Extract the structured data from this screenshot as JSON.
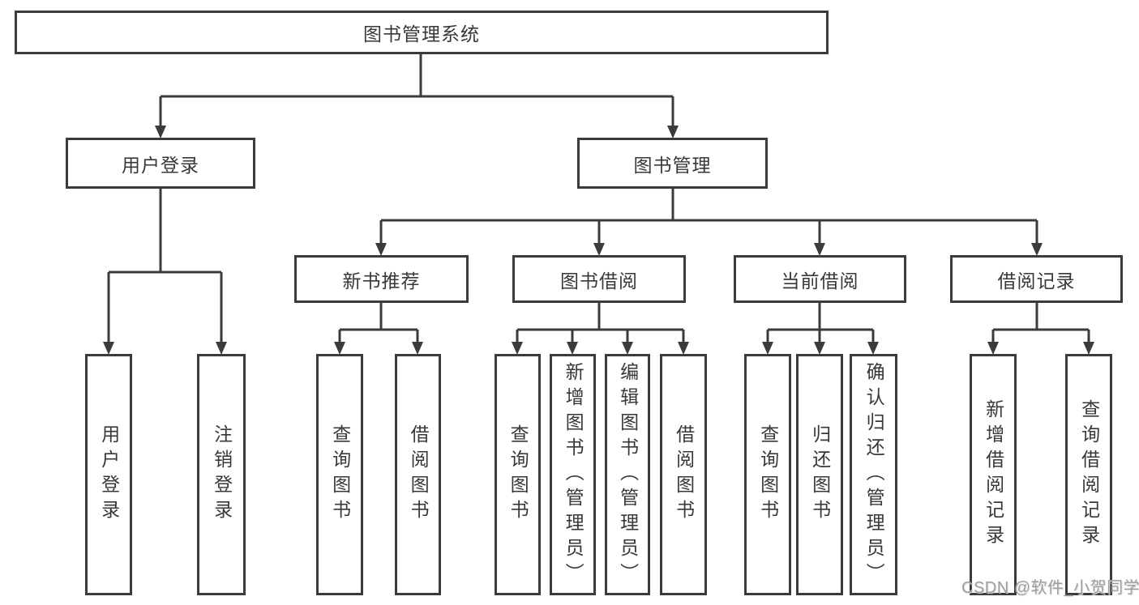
{
  "diagram": {
    "root": {
      "label": "图书管理系统",
      "children": [
        {
          "label": "用户登录",
          "children": [
            {
              "label": "用户登录"
            },
            {
              "label": "注销登录"
            }
          ]
        },
        {
          "label": "图书管理",
          "children": [
            {
              "label": "新书推荐",
              "children": [
                {
                  "label": "查询图书"
                },
                {
                  "label": "借阅图书"
                }
              ]
            },
            {
              "label": "图书借阅",
              "children": [
                {
                  "label": "查询图书"
                },
                {
                  "label": "新增图书（管理员）"
                },
                {
                  "label": "编辑图书（管理员）"
                },
                {
                  "label": "借阅图书"
                }
              ]
            },
            {
              "label": "当前借阅",
              "children": [
                {
                  "label": "查询图书"
                },
                {
                  "label": "归还图书"
                },
                {
                  "label": "确认归还（管理员）"
                }
              ]
            },
            {
              "label": "借阅记录",
              "children": [
                {
                  "label": "新增借阅记录"
                },
                {
                  "label": "查询借阅记录"
                }
              ]
            }
          ]
        }
      ]
    },
    "watermark": "CSDN @软件_小贺同学",
    "colors": {
      "line": "#3b3b3b",
      "text": "#383838",
      "watermark": "#9e9e9e",
      "background": "#ffffff"
    }
  }
}
